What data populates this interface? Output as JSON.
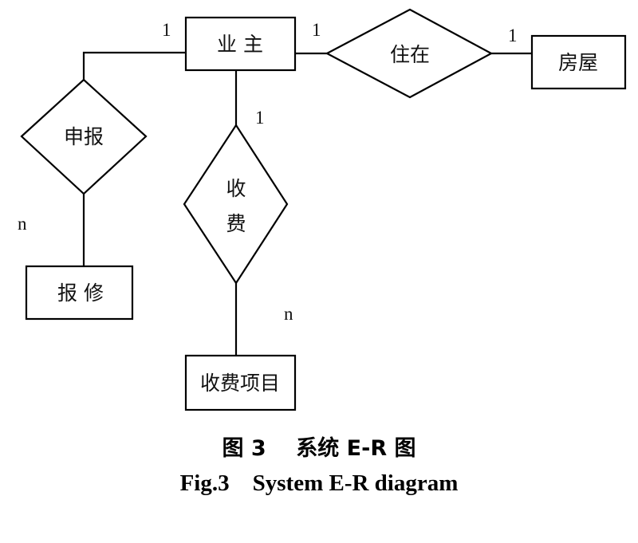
{
  "diagram": {
    "entities": {
      "owner": "业 主",
      "house": "房屋",
      "repair": "报 修",
      "fee_items": "收费项目"
    },
    "relationships": {
      "reside": "住在",
      "report": "申报",
      "charge_top": "收",
      "charge_bottom": "费"
    },
    "cardinalities": {
      "owner_report": "1",
      "report_repair": "n",
      "owner_reside": "1",
      "reside_house": "1",
      "owner_charge": "1",
      "charge_items": "n"
    }
  },
  "caption": {
    "cn_figure": "图 3",
    "cn_title": "系统 E-R 图",
    "en_figure": "Fig.3",
    "en_title": "System E-R diagram"
  }
}
